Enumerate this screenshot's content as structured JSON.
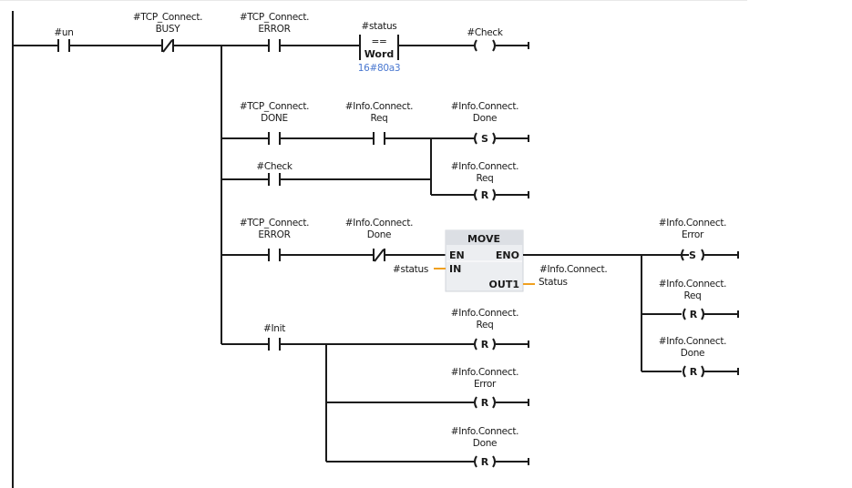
{
  "diagram": {
    "type": "ladder-logic",
    "networks": {
      "rung1": {
        "contact_un": "#un",
        "contact_busy_1": "#TCP_Connect.",
        "contact_busy_2": "BUSY",
        "contact_error_1": "#TCP_Connect.",
        "contact_error_2": "ERROR",
        "compare_operand": "#status",
        "compare_op": "==",
        "compare_type": "Word",
        "compare_value": "16#80a3",
        "coil_check": "#Check"
      },
      "rung2": {
        "contact_done_1": "#TCP_Connect.",
        "contact_done_2": "DONE",
        "contact_req_1": "#Info.Connect.",
        "contact_req_2": "Req",
        "coil_done_1": "#Info.Connect.",
        "coil_done_2": "Done",
        "coil_done_type": "S",
        "contact_check": "#Check",
        "coil_req_1": "#Info.Connect.",
        "coil_req_2": "Req",
        "coil_req_type": "R"
      },
      "rung3": {
        "contact_error_1": "#TCP_Connect.",
        "contact_error_2": "ERROR",
        "contact_done_1": "#Info.Connect.",
        "contact_done_2": "Done",
        "move": {
          "title": "MOVE",
          "en": "EN",
          "eno": "ENO",
          "in": "IN",
          "out1": "OUT1",
          "in_operand": "#status",
          "out_operand_1": "#Info.Connect.",
          "out_operand_2": "Status"
        },
        "coil_error_1": "#Info.Connect.",
        "coil_error_2": "Error",
        "coil_error_type": "S",
        "coil_req_1": "#Info.Connect.",
        "coil_req_2": "Req",
        "coil_req_type": "R",
        "coil_done_1": "#Info.Connect.",
        "coil_done_2": "Done",
        "coil_done_type": "R"
      },
      "rung4": {
        "contact_init": "#Init",
        "coil_req_1": "#Info.Connect.",
        "coil_req_2": "Req",
        "coil_req_type": "R",
        "coil_error_1": "#Info.Connect.",
        "coil_error_2": "Error",
        "coil_error_type": "R",
        "coil_done_1": "#Info.Connect.",
        "coil_done_2": "Done",
        "coil_done_type": "R"
      }
    },
    "colors": {
      "wire": "#1a1a1a",
      "signal": "#f0a020",
      "constant": "#4a78d0",
      "box_fill": "#eceef1",
      "box_header": "#dcdfe4"
    }
  }
}
